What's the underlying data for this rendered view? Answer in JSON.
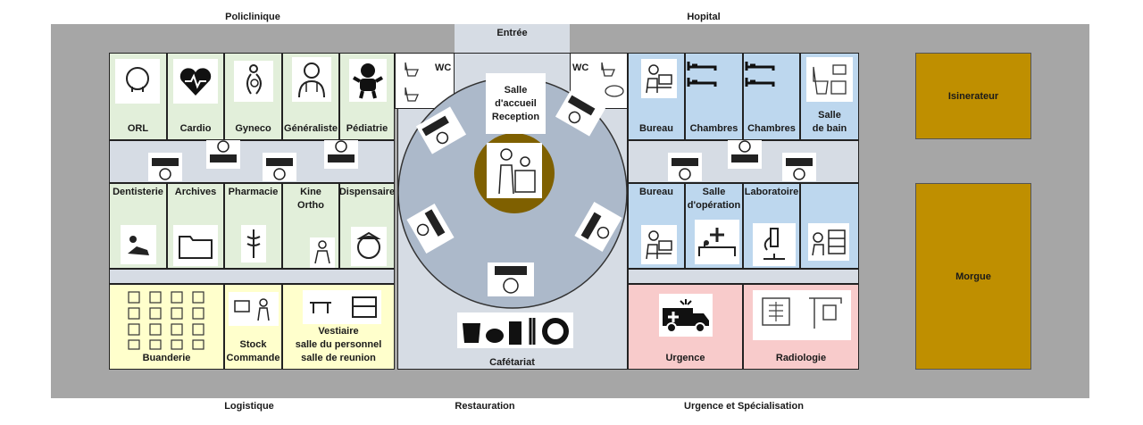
{
  "zones": {
    "policlinique": "Policlinique",
    "hopital": "Hopital",
    "logistique": "Logistique",
    "restauration": "Restauration",
    "urgence_spec": "Urgence et Spécialisation",
    "entree": "Entrée"
  },
  "left_top_rooms": [
    "ORL",
    "Cardio",
    "Gyneco",
    "Généraliste",
    "Pédiatrie"
  ],
  "left_mid_rooms": [
    "Dentisterie",
    "Archives",
    "Pharmacie",
    "Kine\nOrtho",
    "Dispensaire"
  ],
  "left_bottom_rooms": {
    "buanderie": "Buanderie",
    "stock": "Stock\nCommande",
    "vestiaire": "Vestiaire\nsalle du personnel\nsalle de reunion"
  },
  "wc_left": "WC",
  "wc_right": "WC",
  "reception": "Salle\nd'accueil\nReception",
  "cafeteria": "Cafétariat",
  "right_top_rooms": [
    "Bureau",
    "Chambres",
    "Chambres",
    "Salle\nde bain"
  ],
  "right_mid_rooms": [
    "Bureau",
    "Salle\nd'opération",
    "Laboratoire",
    ""
  ],
  "right_bottom_rooms": [
    "Urgence",
    "Radiologie"
  ],
  "annex": {
    "incinerateur": "Isinerateur",
    "morgue": "Morgue"
  },
  "icons": {
    "orl": "ear-nose-throat-icon",
    "cardio": "heart-icon",
    "gyneco": "pregnancy-icon",
    "generaliste": "doctor-icon",
    "pediatrie": "baby-icon",
    "dentisterie": "dental-chair-icon",
    "archives": "folder-icon",
    "pharmacie": "caduceus-icon",
    "kine": "physio-icon",
    "dispensaire": "nurse-icon",
    "bureau": "desk-icon",
    "chambres": "bed-icon",
    "salle_de_bain": "bathroom-icon",
    "operation": "surgery-icon",
    "laboratoire": "microscope-icon",
    "urgence": "ambulance-icon",
    "radiologie": "xray-icon",
    "cafeteria": "food-icon",
    "waiting": "waiting-chairs-icon"
  },
  "colors": {
    "policlinique": "#e2efda",
    "hopital": "#bdd7ee",
    "logistique": "#ffffcc",
    "urgence": "#f8cbcb",
    "annex": "#bf8f00",
    "circle": "#acb9ca",
    "reception_core": "#7f6000"
  }
}
